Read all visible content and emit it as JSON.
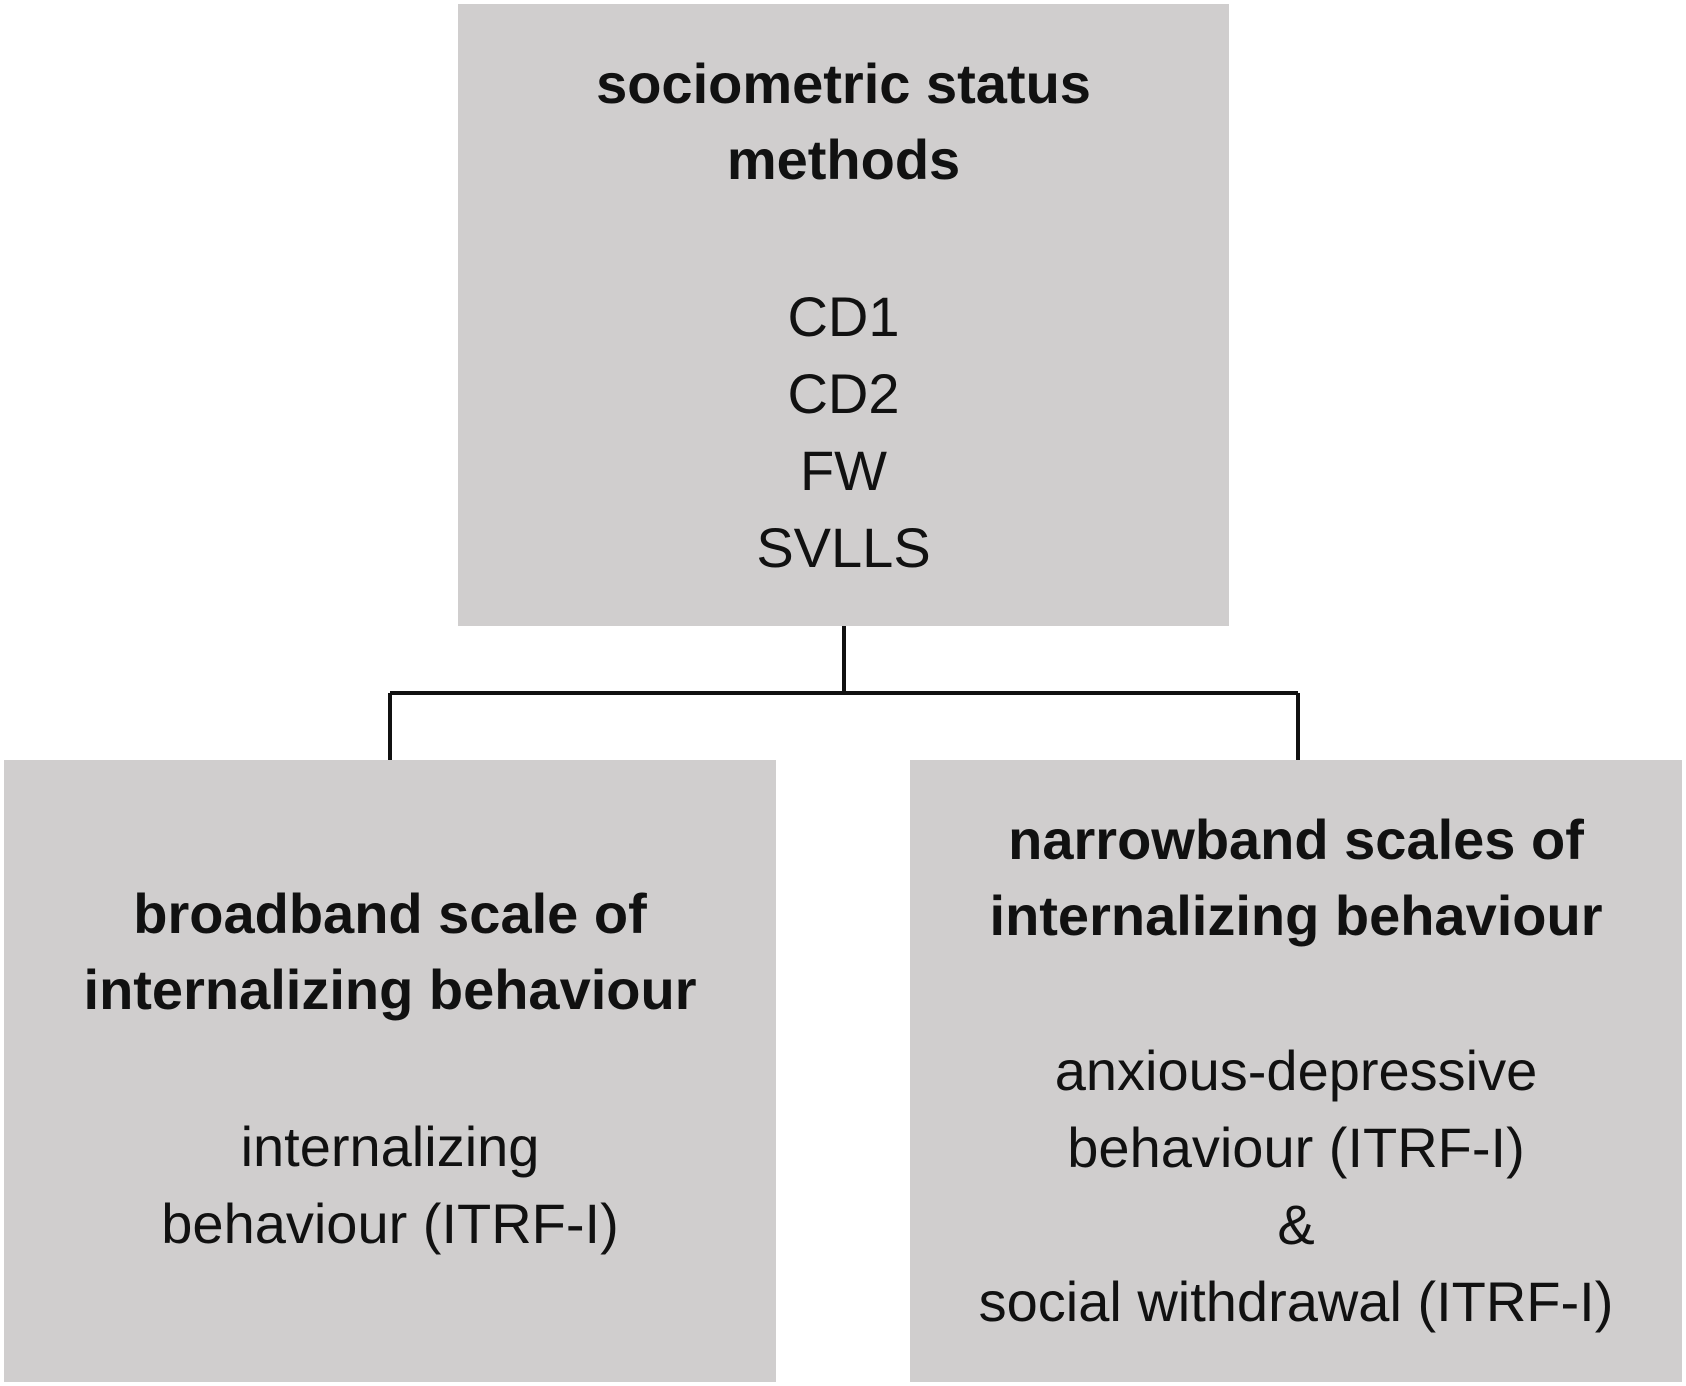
{
  "top_box": {
    "title_lines": [
      "sociometric status",
      "methods"
    ],
    "items": [
      "CD1",
      "CD2",
      "FW",
      "SVLLS"
    ]
  },
  "left_box": {
    "title_lines": [
      "broadband scale of",
      "internalizing behaviour"
    ],
    "items": [
      "internalizing",
      "behaviour (ITRF-I)"
    ]
  },
  "right_box": {
    "title_lines": [
      "narrowband scales of",
      "internalizing behaviour"
    ],
    "items": [
      "anxious-depressive",
      "behaviour (ITRF-I)",
      "&",
      "social withdrawal (ITRF-I)"
    ]
  },
  "colors": {
    "box_fill": "#d0cece",
    "connector": "#111111"
  }
}
